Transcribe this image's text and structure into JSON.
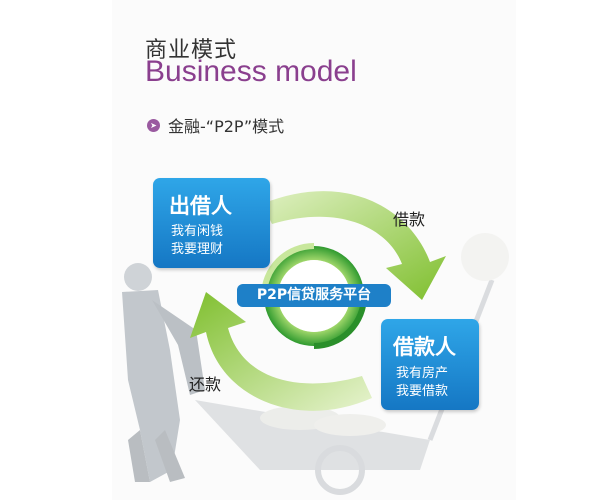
{
  "header": {
    "title_cn": "商业模式",
    "title_en": "Business model",
    "subtitle": "金融-“P2P”模式"
  },
  "diagram": {
    "lender": {
      "title": "出借人",
      "lines": [
        "我有闲钱",
        "我要理财"
      ]
    },
    "borrower": {
      "title": "借款人",
      "lines": [
        "我有房产",
        "我要借款"
      ]
    },
    "platform": "P2P信贷服务平台",
    "flow_labels": {
      "borrow": "借款",
      "repay": "还款"
    }
  },
  "colors": {
    "title_en": "#8a3f8e",
    "box_blue": "#1e80c8",
    "arrow_green": "#8cc63f",
    "ring_green": "#3aa935"
  }
}
